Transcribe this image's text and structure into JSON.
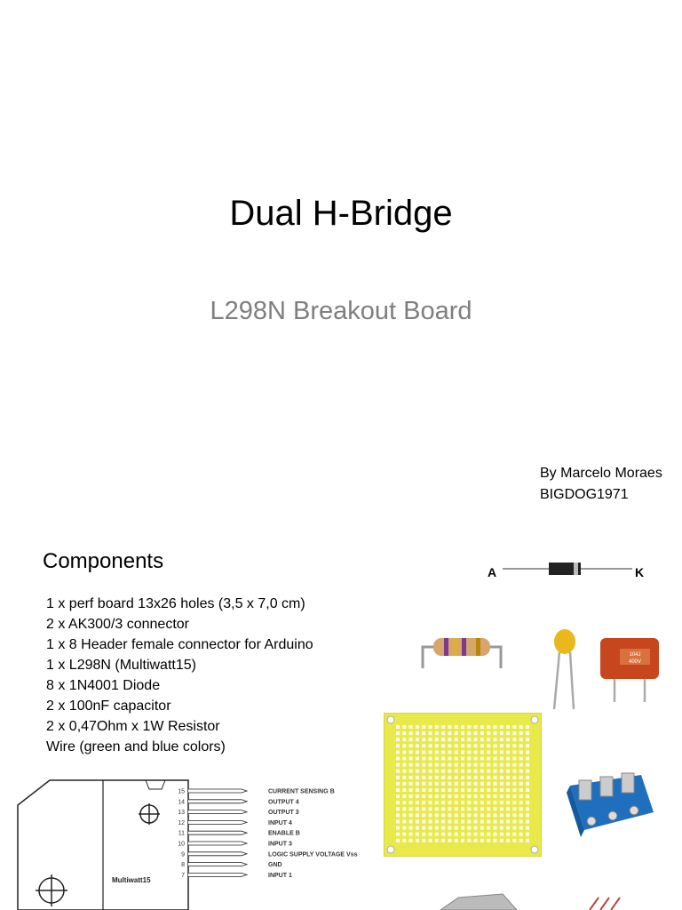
{
  "slide1": {
    "title": "Dual H-Bridge",
    "subtitle": "L298N Breakout Board",
    "author_line1": "By Marcelo Moraes",
    "author_line2": "BIGDOG1971"
  },
  "slide2": {
    "heading": "Components",
    "items": [
      "1 x perf  board 13x26 holes (3,5 x 7,0 cm)",
      "2 x AK300/3 connector",
      "1 x 8 Header female connector for Arduino",
      "1 x L298N (Multiwatt15)",
      "8 x 1N4001 Diode",
      "2 x 100nF capacitor",
      "2 x 0,47Ohm x 1W Resistor",
      "Wire (green and blue colors)"
    ],
    "diode_anode": "A",
    "diode_cathode": "K",
    "capacitor_marking_1": "104J",
    "capacitor_marking_2": "400V",
    "chip_name": "Multiwatt15",
    "pins": [
      {
        "num": "15",
        "label": "CURRENT SENSING B"
      },
      {
        "num": "14",
        "label": "OUTPUT 4"
      },
      {
        "num": "13",
        "label": "OUTPUT 3"
      },
      {
        "num": "12",
        "label": "INPUT 4"
      },
      {
        "num": "11",
        "label": "ENABLE B"
      },
      {
        "num": "10",
        "label": "INPUT 3"
      },
      {
        "num": "9",
        "label": "LOGIC SUPPLY VOLTAGE Vss"
      },
      {
        "num": "8",
        "label": "GND"
      },
      {
        "num": "7",
        "label": "INPUT 1"
      }
    ]
  }
}
